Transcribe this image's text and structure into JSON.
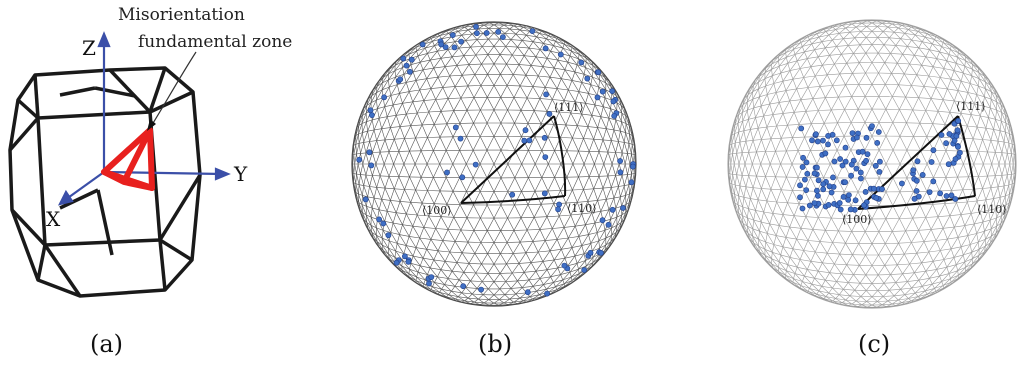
{
  "panels": {
    "a": {
      "label": "(a)",
      "axes": {
        "x": "X",
        "y": "Y",
        "z": "Z"
      },
      "annotation": {
        "line1": "Misorientation",
        "line2": "fundamental zone"
      }
    },
    "b": {
      "label": "(b)",
      "vertices": {
        "v100": "⟨100⟩",
        "v110": "⟨110⟩",
        "v111": "⟨111⟩"
      }
    },
    "c": {
      "label": "(c)",
      "vertices": {
        "v100": "⟨100⟩",
        "v110": "⟨110⟩",
        "v111": "⟨111⟩"
      }
    }
  },
  "colors": {
    "truncated_cube": "#1a1a1a",
    "axes": "#3b4fa8",
    "fundamental_zone": "#e8201e",
    "grid_b": "#555555",
    "grid_c": "#9a9a9a",
    "points": "#3f6fc4"
  }
}
